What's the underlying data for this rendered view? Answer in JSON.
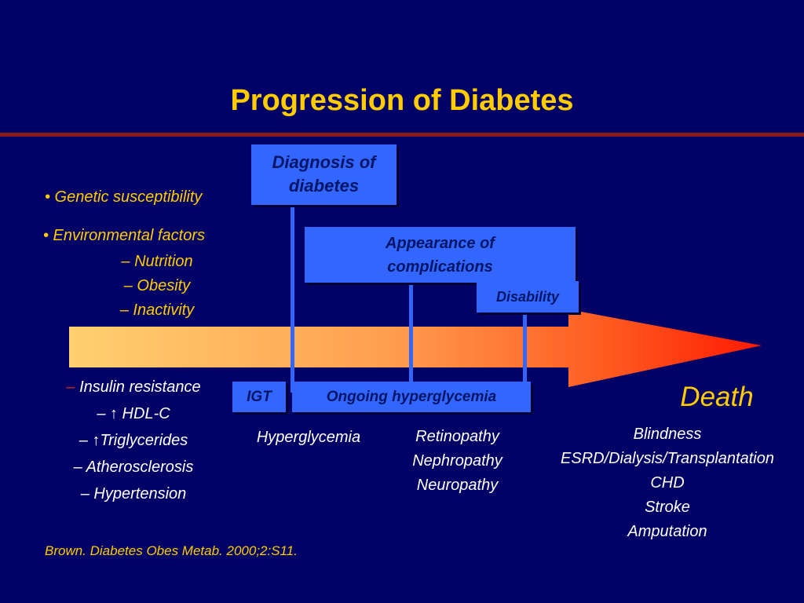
{
  "slide": {
    "title": "Progression of Diabetes",
    "citation": "Brown. Diabetes Obes Metab. 2000;2:S11."
  },
  "risk_factors": {
    "genetic": "• Genetic susceptibility",
    "environmental": "• Environmental factors",
    "environmental_items": [
      "– Nutrition",
      "– Obesity",
      "– Inactivity"
    ]
  },
  "boxes": {
    "diagnosis_line1": "Diagnosis of",
    "diagnosis_line2": "diabetes",
    "complications_line1": "Appearance of",
    "complications_line2": "complications",
    "disability": "Disability",
    "igt": "IGT",
    "ongoing": "Ongoing hyperglycemia"
  },
  "metabolic": {
    "items": [
      {
        "dash": "–",
        "text": " Insulin resistance"
      },
      {
        "dash": "–",
        "arrow": "↑",
        "text": " HDL-C"
      },
      {
        "dash": "–",
        "arrow": "↑",
        "text": "Triglycerides"
      },
      {
        "dash": "–",
        "text": " Atherosclerosis"
      },
      {
        "dash": "–",
        "text": " Hypertension"
      }
    ]
  },
  "stages": {
    "hyperglycemia": "Hyperglycemia",
    "microvascular": [
      "Retinopathy",
      "Nephropathy",
      "Neuropathy"
    ],
    "death": "Death",
    "outcomes": [
      "Blindness",
      "ESRD/Dialysis/Transplantation",
      "CHD",
      "Stroke",
      "Amputation"
    ]
  },
  "colors": {
    "background": "#010166",
    "title": "#ffcc00",
    "box": "#3366ff",
    "arrow_start": "#ffd27a",
    "arrow_end": "#ff2a00"
  }
}
